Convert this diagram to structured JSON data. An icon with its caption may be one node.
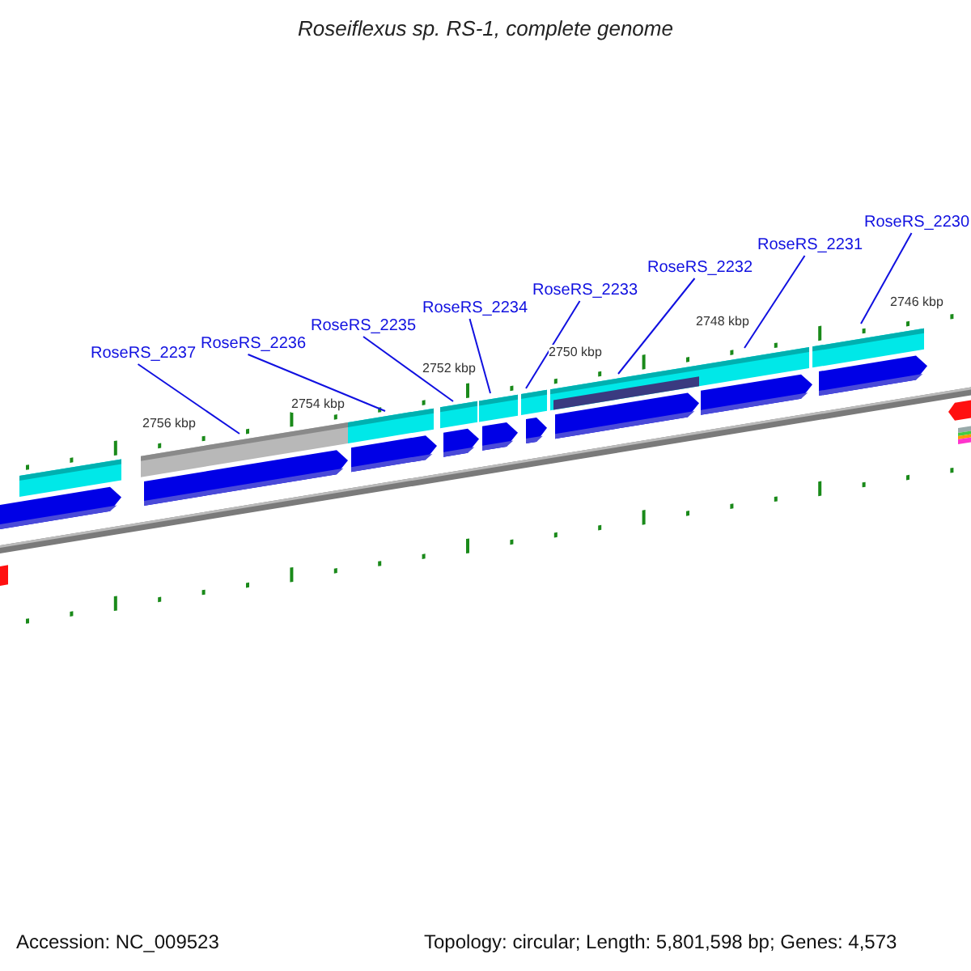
{
  "diagram": {
    "title": "Roseiflexus sp. RS-1, complete genome",
    "nodes": [
      {
        "text": [
          "RoseRS_2237"
        ]
      },
      {
        "text": [
          "RoseRS_2236"
        ]
      },
      {
        "text": [
          "RoseRS_2235"
        ]
      },
      {
        "text": [
          "RoseRS_2234"
        ]
      },
      {
        "text": [
          "RoseRS_2233"
        ]
      },
      {
        "text": [
          "RoseRS_2232"
        ]
      },
      {
        "text": [
          "RoseRS_2231"
        ]
      },
      {
        "text": [
          "RoseRS_2230"
        ]
      }
    ],
    "edges": [
      {
        "from": 0,
        "to": null,
        "arrow": "none"
      },
      {
        "from": 1,
        "to": null,
        "arrow": "none"
      },
      {
        "from": 2,
        "to": null,
        "arrow": "none"
      },
      {
        "from": 3,
        "to": null,
        "arrow": "none"
      },
      {
        "from": 4,
        "to": null,
        "arrow": "none"
      },
      {
        "from": 5,
        "to": null,
        "arrow": "none"
      },
      {
        "from": 6,
        "to": null,
        "arrow": "none"
      },
      {
        "from": 7,
        "to": null,
        "arrow": "none"
      }
    ],
    "labels": [
      "2746 kbp",
      "2748 kbp",
      "2750 kbp",
      "2752 kbp",
      "2754 kbp",
      "2756 kbp",
      "Accession: NC_009523",
      "Topology: circular; Length: 5,801,598 bp; Genes: 4,573"
    ]
  }
}
